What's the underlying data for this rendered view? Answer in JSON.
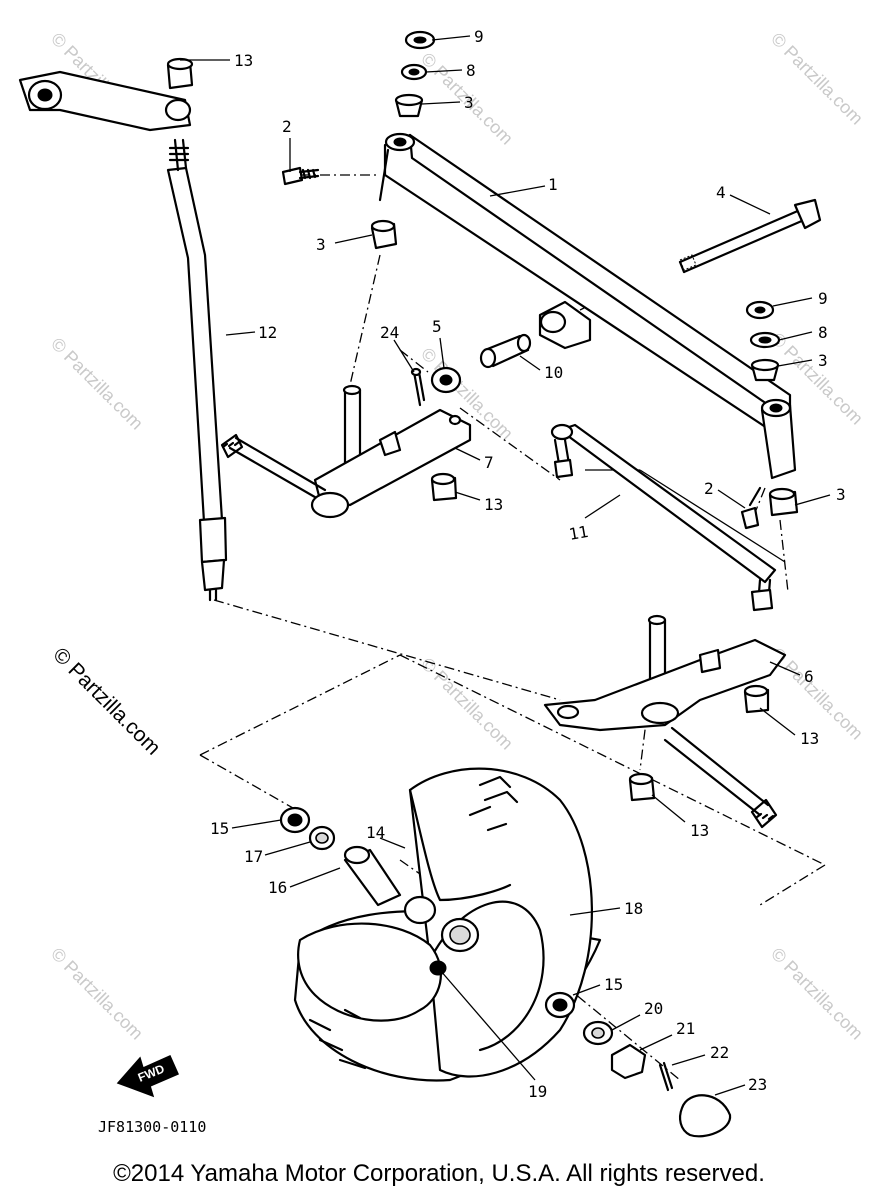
{
  "diagram_code": "JF81300-0110",
  "copyright": "©2014 Yamaha Motor Corporation, U.S.A. All rights reserved.",
  "watermark": "© Partzilla.com",
  "forward_arrow_label": "FWD",
  "callouts": {
    "c1": "1",
    "c2a": "2",
    "c2b": "2",
    "c3a": "3",
    "c3b": "3",
    "c3c": "3",
    "c3d": "3",
    "c4": "4",
    "c5": "5",
    "c6": "6",
    "c7": "7",
    "c8a": "8",
    "c8b": "8",
    "c9a": "9",
    "c9b": "9",
    "c10": "10",
    "c11": "11",
    "c12": "12",
    "c13a": "13",
    "c13b": "13",
    "c13c": "13",
    "c13d": "13",
    "c14": "14",
    "c15a": "15",
    "c15b": "15",
    "c16": "16",
    "c17": "17",
    "c18": "18",
    "c19": "19",
    "c20": "20",
    "c21": "21",
    "c22": "22",
    "c23": "23",
    "c24": "24"
  }
}
